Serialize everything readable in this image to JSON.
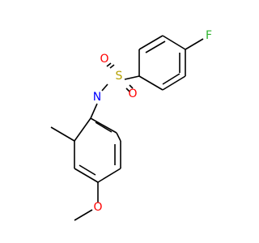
{
  "molecule": {
    "atoms": {
      "F": {
        "symbol": "F",
        "color": "#2bb32b"
      },
      "S": {
        "symbol": "S",
        "color": "#b5a000"
      },
      "O1": {
        "symbol": "O",
        "color": "#ff0000"
      },
      "O2": {
        "symbol": "O",
        "color": "#ff0000"
      },
      "N": {
        "symbol": "N",
        "color": "#0000ff"
      },
      "Ome": {
        "symbol": "O",
        "color": "#ff0000"
      }
    },
    "bond_color": "#000000"
  }
}
